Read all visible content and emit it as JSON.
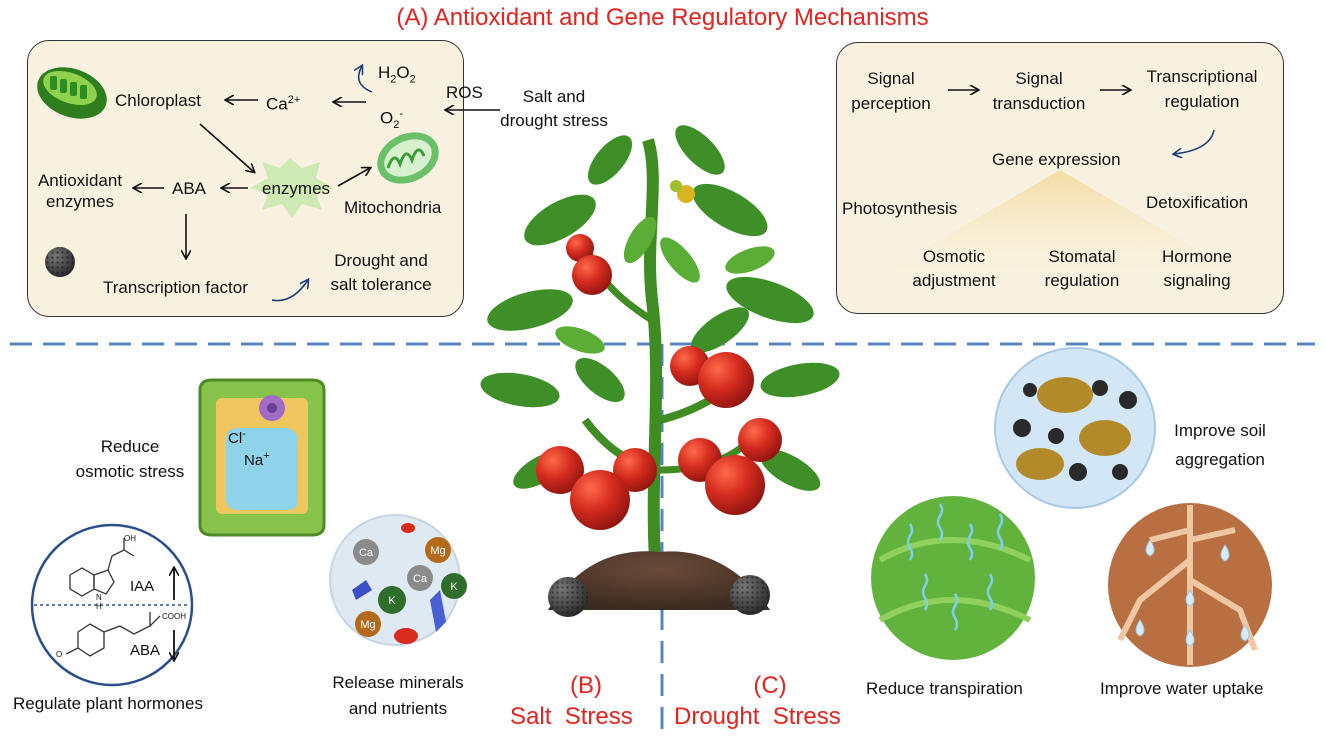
{
  "title": "(A) Antioxidant and Gene Regulatory Mechanisms",
  "left_panel": {
    "chloroplast": "Chloroplast",
    "ca_base": "Ca",
    "ca_sup": "2+",
    "h2o2_h": "H",
    "h2o2_sub1": "2",
    "h2o2_o": "O",
    "h2o2_sub2": "2",
    "o2_base": "O",
    "o2_sub": "2",
    "o2_sup": "-",
    "ros": "ROS",
    "enzymes": "enzymes",
    "mitochondria": "Mitochondria",
    "antioxidant": "Antioxidant",
    "antioxidant2": "enzymes",
    "aba": "ABA",
    "transcription_factor": "Transcription factor",
    "tolerance1": "Drought and",
    "tolerance2": "salt tolerance"
  },
  "stress_source": {
    "line1": "Salt and",
    "line2": "drought stress"
  },
  "right_panel": {
    "signal_perception1": "Signal",
    "signal_perception2": "perception",
    "signal_transduction1": "Signal",
    "signal_transduction2": "transduction",
    "transcriptional1": "Transcriptional",
    "transcriptional2": "regulation",
    "gene_expression": "Gene expression",
    "photosynthesis": "Photosynthesis",
    "detoxification": "Detoxification",
    "osmotic1": "Osmotic",
    "osmotic2": "adjustment",
    "stomatal1": "Stomatal",
    "stomatal2": "regulation",
    "hormone1": "Hormone",
    "hormone2": "signaling"
  },
  "salt": {
    "reduce_osmotic1": "Reduce",
    "reduce_osmotic2": "osmotic stress",
    "cl": "Cl",
    "cl_sup": "-",
    "na": "Na",
    "na_sup": "+",
    "iaa": "IAA",
    "aba": "ABA",
    "oh": "OH",
    "cooh": "COOH",
    "h": "H",
    "n": "N",
    "o": "O",
    "regulate_hormones": "Regulate plant hormones",
    "release1": "Release minerals",
    "release2": "and nutrients",
    "minerals": [
      "Ca",
      "Mg",
      "Ca",
      "K",
      "K",
      "Mg"
    ],
    "label_letter": "(B)",
    "label": "Salt  Stress"
  },
  "drought": {
    "improve_soil1": "Improve soil",
    "improve_soil2": "aggregation",
    "reduce_transpiration": "Reduce transpiration",
    "improve_water": "Improve water uptake",
    "label_letter": "(C)",
    "label": "Drought  Stress"
  },
  "colors": {
    "red_text": "#e8221e",
    "panel_fill": "#f8f1e0",
    "divider_blue": "#3d6fb8",
    "leaf_green": "#3f8f28",
    "tomato_red": "#d42b1e"
  }
}
